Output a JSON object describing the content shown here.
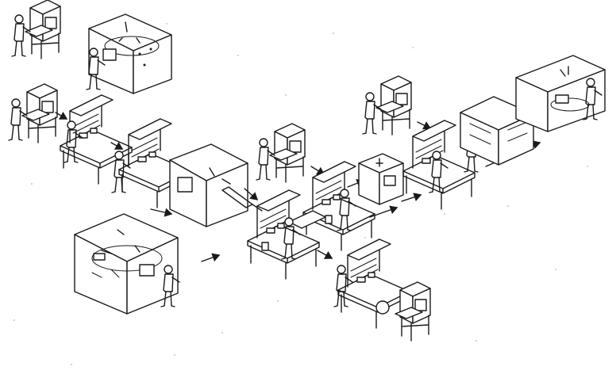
{
  "colors": {
    "ink": "#1a1a1a",
    "paper": "#ffffff",
    "speckle": "#9a9a9a"
  },
  "elements": {
    "cells": [
      "machining-cell-small",
      "machining-cell-large",
      "machining-cell-center",
      "inspection-cell",
      "assembly-cell-right"
    ],
    "stations": [
      "operator-machine-topleft",
      "operator-machine-left",
      "workbench-1",
      "workbench-2",
      "assembly-line-center",
      "machine-tool-center",
      "workbench-bottom",
      "machine-tool-bottom",
      "machine-tool-right",
      "workbench-right"
    ]
  }
}
